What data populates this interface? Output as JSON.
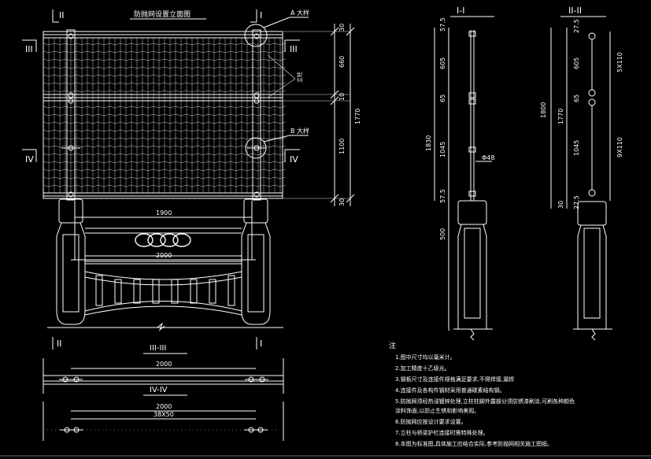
{
  "title": "防抛网设置立面图",
  "section_marks": {
    "left_top": "II",
    "right_top": "I",
    "left_mid1": "III",
    "right_mid1": "III",
    "left_mid2": "IV",
    "right_mid2": "IV",
    "left_bottom": "II",
    "right_bottom": "I"
  },
  "callouts": {
    "a": "A 大样",
    "b": "B 大样",
    "side": "立柱"
  },
  "elevation_dims": {
    "top": "30",
    "upper": "660",
    "mid": "10",
    "lower": "1100",
    "bottom": "30",
    "total": "1770"
  },
  "base_dims": {
    "top": "1900",
    "bottom": "2000"
  },
  "section_I": {
    "label": "I-I",
    "dims": [
      "57.5",
      "605",
      "65",
      "1045",
      "57.5",
      "500"
    ],
    "total": "1830",
    "pipe": "Φ48"
  },
  "section_II": {
    "label": "II-II",
    "dims": [
      "27.5",
      "605",
      "65",
      "1045",
      "30",
      "27.5"
    ],
    "total_outer": "1800",
    "total_inner": "1770",
    "right_dims": [
      "5X110",
      "9X110"
    ]
  },
  "section_III": {
    "label": "III-III",
    "dim": "2000"
  },
  "section_IV": {
    "label": "IV-IV",
    "dim": "2000",
    "dim2": "38X50"
  },
  "notes": {
    "title": "注",
    "items": [
      "1.图中尺寸均以毫米计。",
      "2.加工精度十乙级光。",
      "3.钢板尺寸及连接件规格满足要求,不得焊接,漏焊",
      "4.连接件及各构件钢材采用普通碳素结构钢。",
      "5.防抛网须经热浸镀锌处理,立柱柱脚外露部分须防锈漆刷涂,可刷各种颜色",
      "   涂料饰面,以防止生锈和影响美观。",
      "6.防抛网应按设计要求设置。",
      "7.立柱与桥梁护栏连接时需特殊处理。",
      "8.本图为标准图,具体施工应结合实际,参考防抛网相关施工图纸。"
    ]
  }
}
